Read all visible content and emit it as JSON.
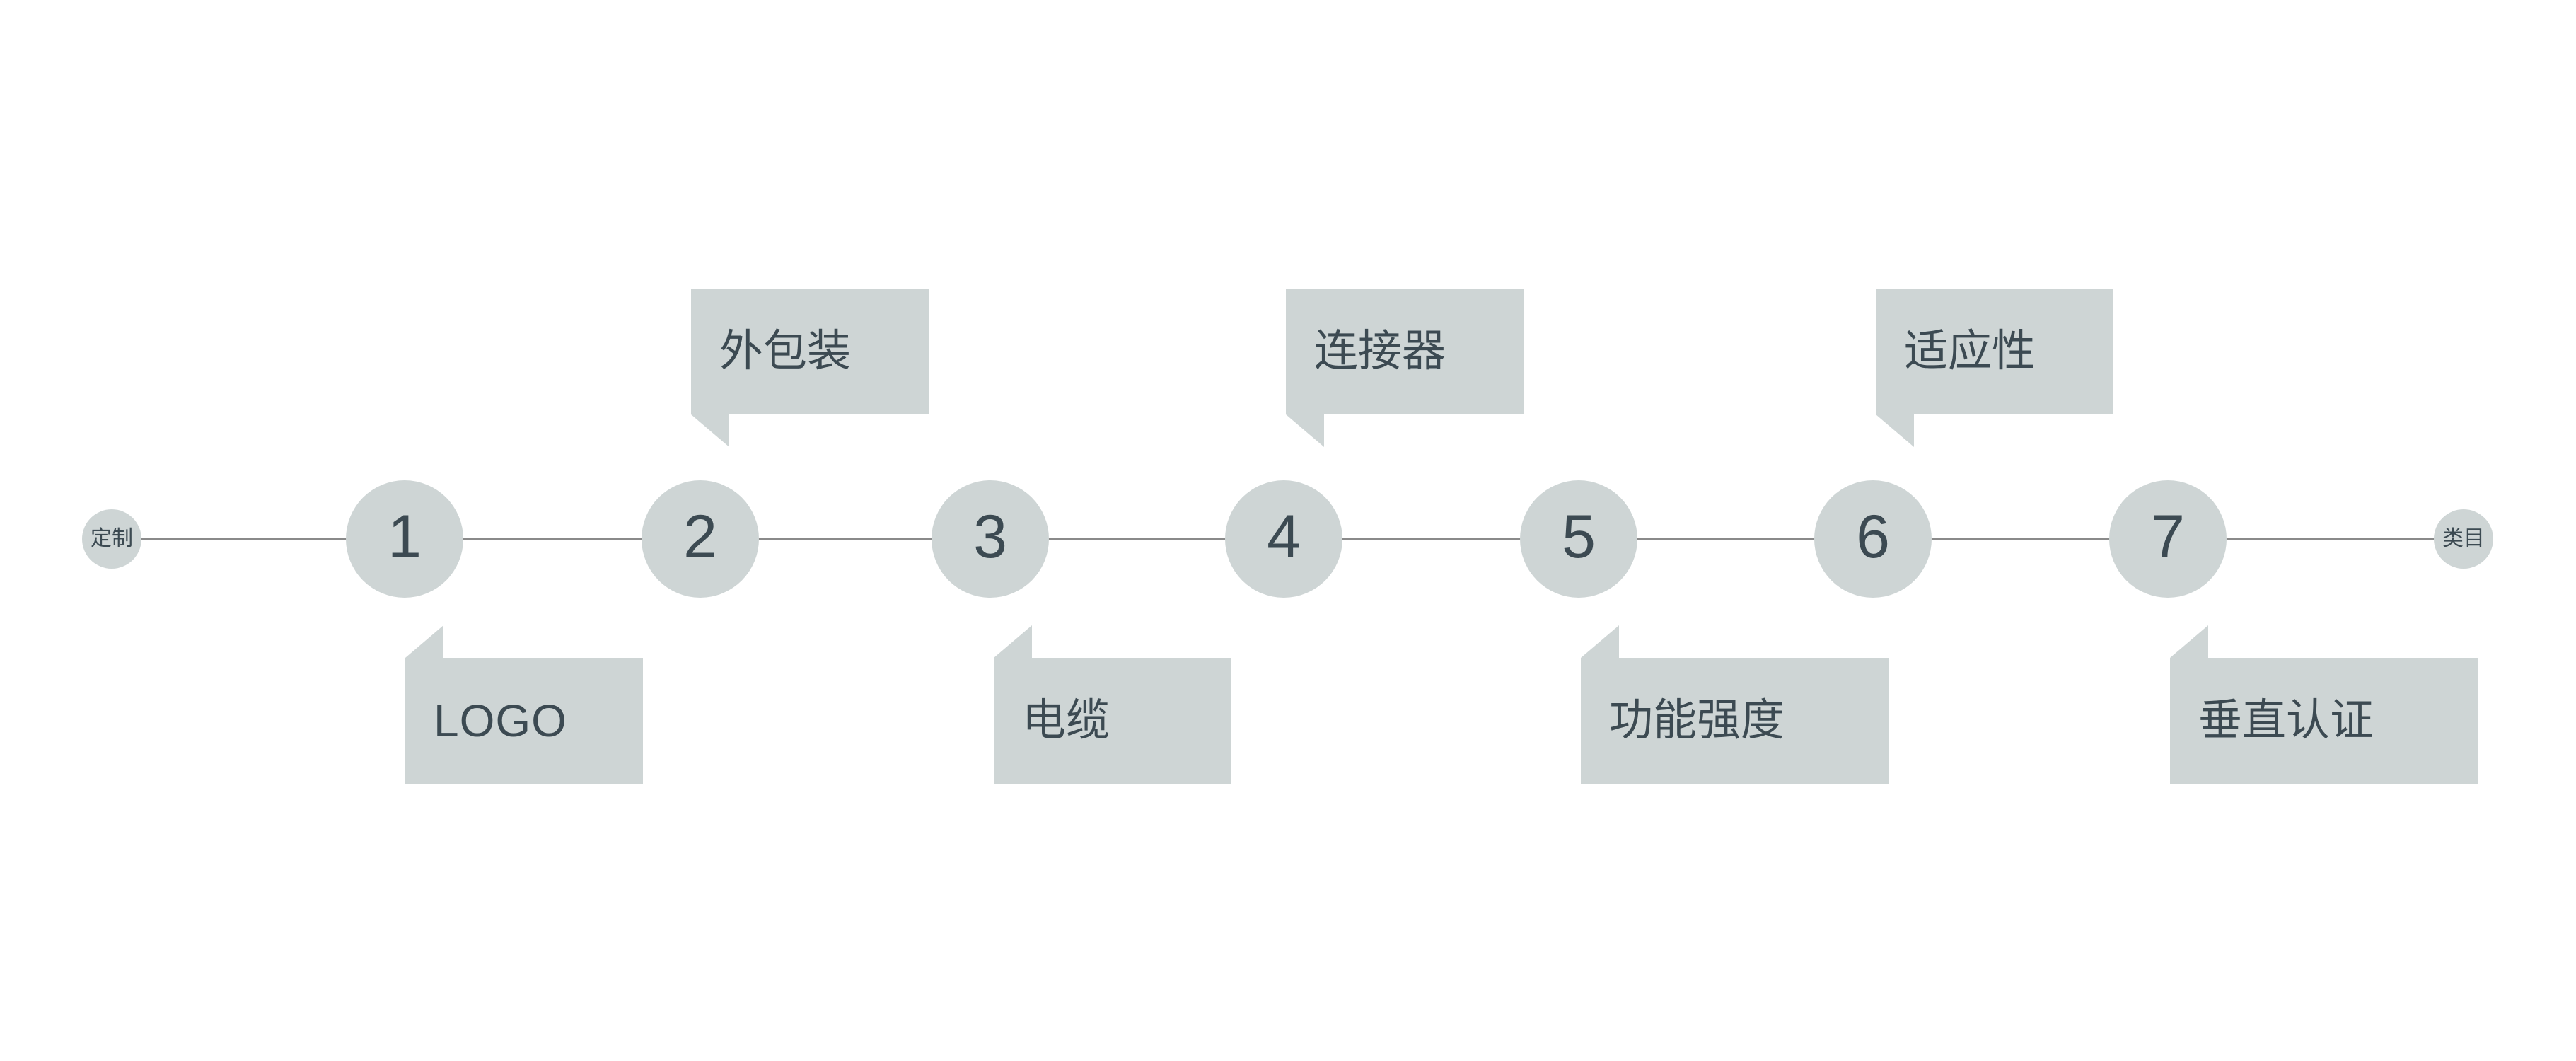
{
  "diagram": {
    "title": "",
    "background_color": "#ffffff",
    "accent_fill": "#ced5d5",
    "text_color": "#3c4a52",
    "line_color": "#8a8a8a"
  },
  "axis": {
    "start_cap": {
      "label": "定制"
    },
    "end_cap": {
      "label": "类目"
    }
  },
  "steps": [
    {
      "number": "1"
    },
    {
      "number": "2"
    },
    {
      "number": "3"
    },
    {
      "number": "4"
    },
    {
      "number": "5"
    },
    {
      "number": "6"
    },
    {
      "number": "7"
    }
  ],
  "callouts_above": [
    {
      "label": "外包装",
      "step": "2"
    },
    {
      "label": "连接器",
      "step": "4"
    },
    {
      "label": "适应性",
      "step": "6"
    }
  ],
  "callouts_below": [
    {
      "label": "LOGO",
      "step": "1"
    },
    {
      "label": "电缆",
      "step": "3"
    },
    {
      "label": "功能强度",
      "step": "5"
    },
    {
      "label": "垂直认证",
      "step": "7"
    }
  ]
}
